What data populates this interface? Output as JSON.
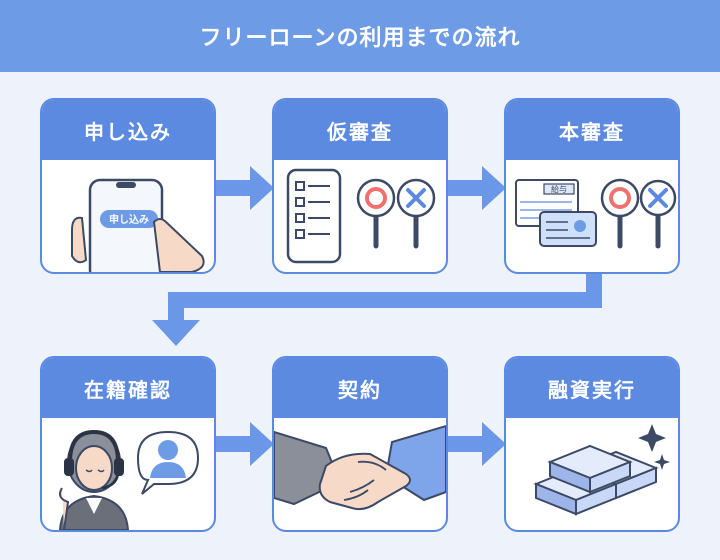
{
  "title": "フリーローンの利用までの流れ",
  "steps": [
    {
      "label": "申し込み"
    },
    {
      "label": "仮審査"
    },
    {
      "label": "本審査"
    },
    {
      "label": "在籍確認"
    },
    {
      "label": "契約"
    },
    {
      "label": "融資実行"
    }
  ],
  "illustrations": {
    "phone_button": "申し込み",
    "document_tag": "給与"
  },
  "colors": {
    "header": "#6e9be6",
    "card_head": "#5b8ae0",
    "arrow": "#6a97e8",
    "background": "#eef3fb",
    "stamp_ok": "#f07070",
    "stamp_ng": "#5b8ae0"
  }
}
